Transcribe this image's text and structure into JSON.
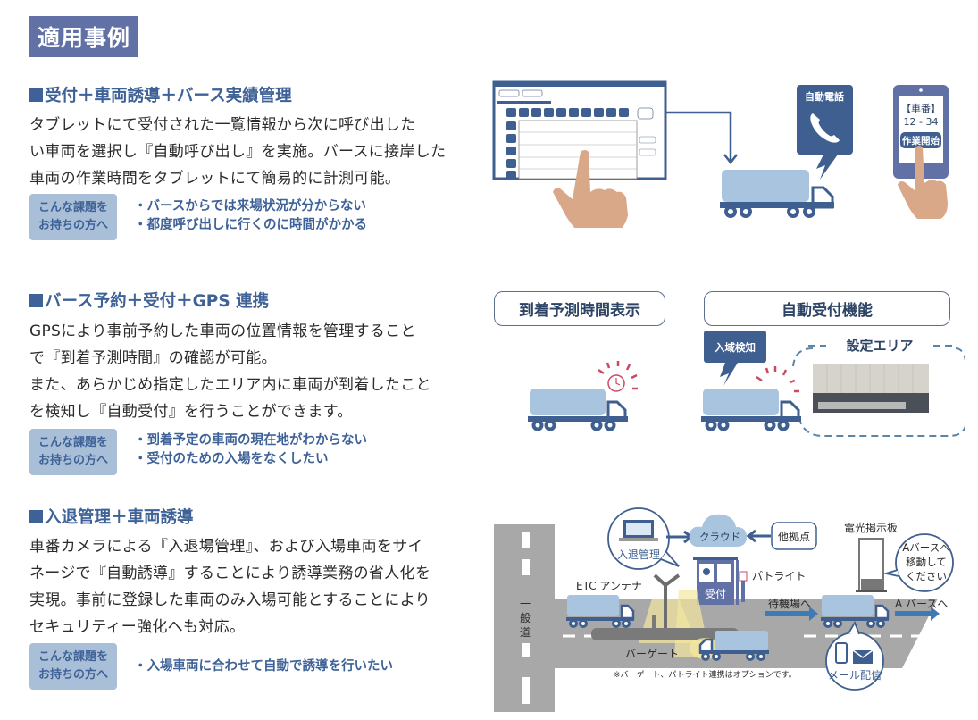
{
  "page": {
    "title": "適用事例"
  },
  "tag_label": [
    "こんな課題を",
    "お持ちの方へ"
  ],
  "sections": [
    {
      "heading": "受付＋車両誘導＋バース実績管理",
      "body": [
        "タブレットにて受付された一覧情報から次に呼び出した",
        "い車両を選択し『自動呼び出し』を実施。バースに接岸した",
        "車両の作業時間をタブレットにて簡易的に計測可能。"
      ],
      "issues": [
        "・バースからでは来場状況が分からない",
        "・都度呼び出しに行くのに時間がかかる"
      ],
      "figure": {
        "call_label": "自動電話",
        "tablet_title": "【車番】",
        "tablet_number": "12 - 34",
        "tablet_button": "作業開始"
      }
    },
    {
      "heading": "バース予約＋受付＋GPS 連携",
      "body": [
        "GPSにより事前予約した車両の位置情報を管理すること",
        "で『到着予測時間』の確認が可能。",
        "また、あらかじめ指定したエリア内に車両が到着したこと",
        "を検知し『自動受付』を行うことができます。"
      ],
      "issues": [
        "・到着予定の車両の現在地がわからない",
        "・受付のための入場をなくしたい"
      ],
      "figure": {
        "left_label": "到着予測時間表示",
        "right_label": "自動受付機能",
        "detect_label": "入域検知",
        "area_label": "設定エリア"
      }
    },
    {
      "heading": "入退管理＋車両誘導",
      "body": [
        "車番カメラによる『入退場管理』、および入場車両をサイ",
        "ネージで『自動誘導』することにより誘導業務の省人化を",
        "実現。事前に登録した車両のみ入場可能とすることにより",
        "セキュリティー強化へも対応。"
      ],
      "issues": [
        "・入場車両に合わせて自動で誘導を行いたい"
      ],
      "figure": {
        "entry_mgmt": "入退管理",
        "cloud": "クラウド",
        "other_site": "他拠点",
        "signboard": "電光掲示板",
        "sign_message": [
          "Aバースへ",
          "移動して",
          "ください"
        ],
        "patlite": "パトライト",
        "reception": "受付",
        "etc_antenna": "ETC アンテナ",
        "general_road": [
          "一",
          "般",
          "道"
        ],
        "to_waiting": "待機場へ",
        "to_berth": "A バースへ",
        "bar_gate": "バーゲート",
        "mail": "メール配信",
        "note": "※バーゲート、パトライト連携はオプションです。"
      }
    }
  ]
}
